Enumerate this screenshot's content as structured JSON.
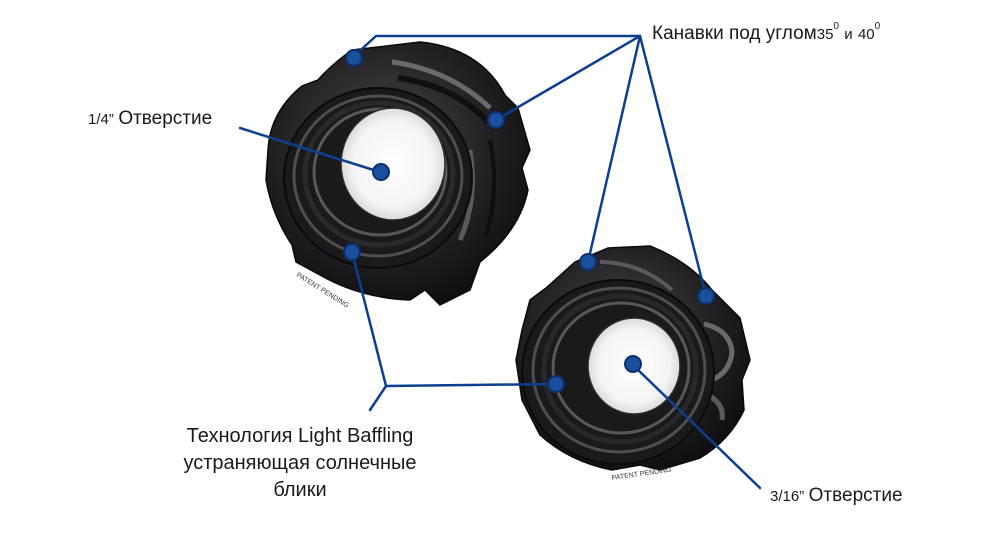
{
  "labels": {
    "grooves_text": "Канавки под углом",
    "grooves_deg_a": "35",
    "grooves_deg_b": "40",
    "grooves_sup": "0",
    "grooves_and": "и",
    "quarter_size": "1/4",
    "quarter_quote": "”",
    "quarter_text": "Отверстие",
    "sixteenth_size": "3/16",
    "sixteenth_quote": "”",
    "sixteenth_text": "Отверстие",
    "baffle_line1": "Технология Light Baffling",
    "baffle_line2": "устраняющая солнечные",
    "baffle_line3": "блики",
    "patent_text": "PATENT PENDING"
  },
  "colors": {
    "callout": "#0d3f8f",
    "dot": "#1a4f9c",
    "dot_ring": "#0c2f6e",
    "housing": "#1e1e20",
    "housing_dark": "#0e0e10",
    "housing_light": "#5c5c60"
  }
}
